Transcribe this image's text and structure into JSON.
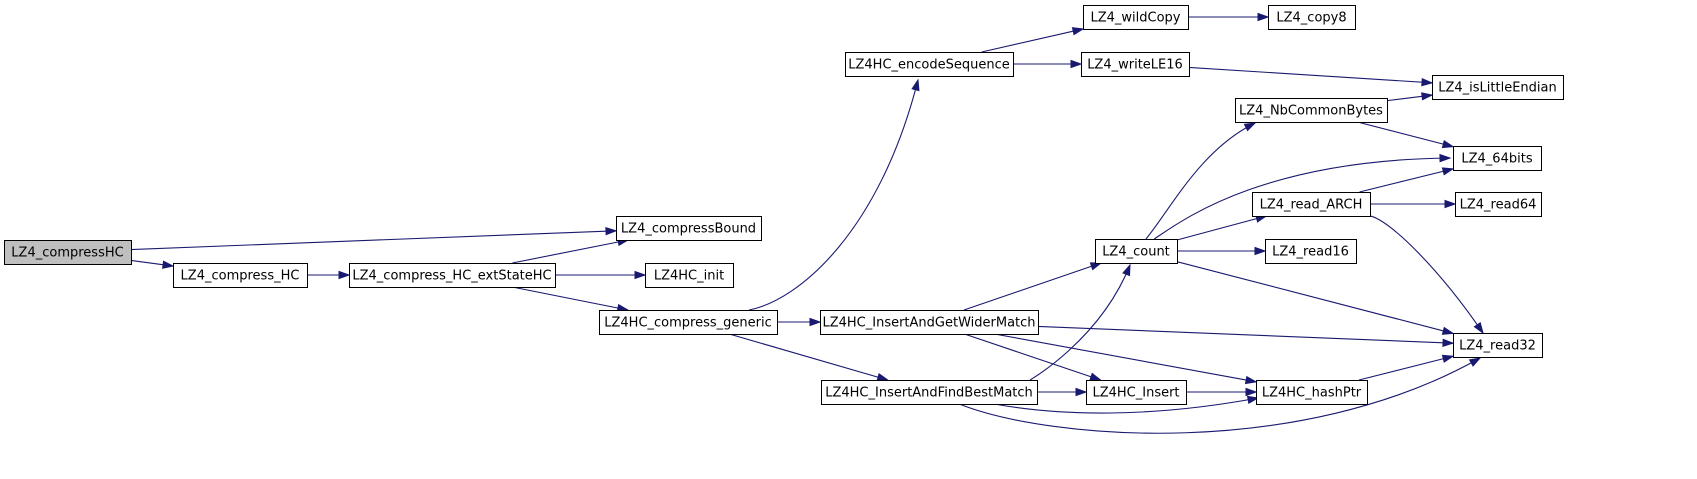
{
  "nodes": [
    {
      "id": "compressHC",
      "label": "LZ4_compressHC",
      "highlight": true
    },
    {
      "id": "compress_HC",
      "label": "LZ4_compress_HC"
    },
    {
      "id": "compressBound",
      "label": "LZ4_compressBound"
    },
    {
      "id": "extStateHC",
      "label": "LZ4_compress_HC_extStateHC"
    },
    {
      "id": "hc_init",
      "label": "LZ4HC_init"
    },
    {
      "id": "hc_generic",
      "label": "LZ4HC_compress_generic"
    },
    {
      "id": "encodeSequence",
      "label": "LZ4HC_encodeSequence"
    },
    {
      "id": "insertWider",
      "label": "LZ4HC_InsertAndGetWiderMatch"
    },
    {
      "id": "insertBest",
      "label": "LZ4HC_InsertAndFindBestMatch"
    },
    {
      "id": "wildCopy",
      "label": "LZ4_wildCopy"
    },
    {
      "id": "writeLE16",
      "label": "LZ4_writeLE16"
    },
    {
      "id": "count",
      "label": "LZ4_count"
    },
    {
      "id": "hc_insert",
      "label": "LZ4HC_Insert"
    },
    {
      "id": "copy8",
      "label": "LZ4_copy8"
    },
    {
      "id": "nbCommonBytes",
      "label": "LZ4_NbCommonBytes"
    },
    {
      "id": "readArch",
      "label": "LZ4_read_ARCH"
    },
    {
      "id": "read16",
      "label": "LZ4_read16"
    },
    {
      "id": "hashPtr",
      "label": "LZ4HC_hashPtr"
    },
    {
      "id": "isLittleEndian",
      "label": "LZ4_isLittleEndian"
    },
    {
      "id": "is64bits",
      "label": "LZ4_64bits"
    },
    {
      "id": "read64",
      "label": "LZ4_read64"
    },
    {
      "id": "read32",
      "label": "LZ4_read32"
    }
  ],
  "edges": [
    [
      "compressHC",
      "compressBound"
    ],
    [
      "compressHC",
      "compress_HC"
    ],
    [
      "compress_HC",
      "extStateHC"
    ],
    [
      "extStateHC",
      "compressBound"
    ],
    [
      "extStateHC",
      "hc_init"
    ],
    [
      "extStateHC",
      "hc_generic"
    ],
    [
      "hc_generic",
      "encodeSequence"
    ],
    [
      "hc_generic",
      "insertWider"
    ],
    [
      "hc_generic",
      "insertBest"
    ],
    [
      "encodeSequence",
      "wildCopy"
    ],
    [
      "encodeSequence",
      "writeLE16"
    ],
    [
      "wildCopy",
      "copy8"
    ],
    [
      "writeLE16",
      "isLittleEndian"
    ],
    [
      "insertWider",
      "count"
    ],
    [
      "insertWider",
      "read32"
    ],
    [
      "insertWider",
      "hc_insert"
    ],
    [
      "insertWider",
      "hashPtr"
    ],
    [
      "insertBest",
      "count"
    ],
    [
      "insertBest",
      "hc_insert"
    ],
    [
      "insertBest",
      "hashPtr"
    ],
    [
      "insertBest",
      "read32"
    ],
    [
      "count",
      "nbCommonBytes"
    ],
    [
      "count",
      "is64bits"
    ],
    [
      "count",
      "readArch"
    ],
    [
      "count",
      "read16"
    ],
    [
      "count",
      "read32"
    ],
    [
      "nbCommonBytes",
      "isLittleEndian"
    ],
    [
      "nbCommonBytes",
      "is64bits"
    ],
    [
      "readArch",
      "is64bits"
    ],
    [
      "readArch",
      "read64"
    ],
    [
      "readArch",
      "read32"
    ],
    [
      "hc_insert",
      "hashPtr"
    ],
    [
      "hashPtr",
      "read32"
    ]
  ]
}
